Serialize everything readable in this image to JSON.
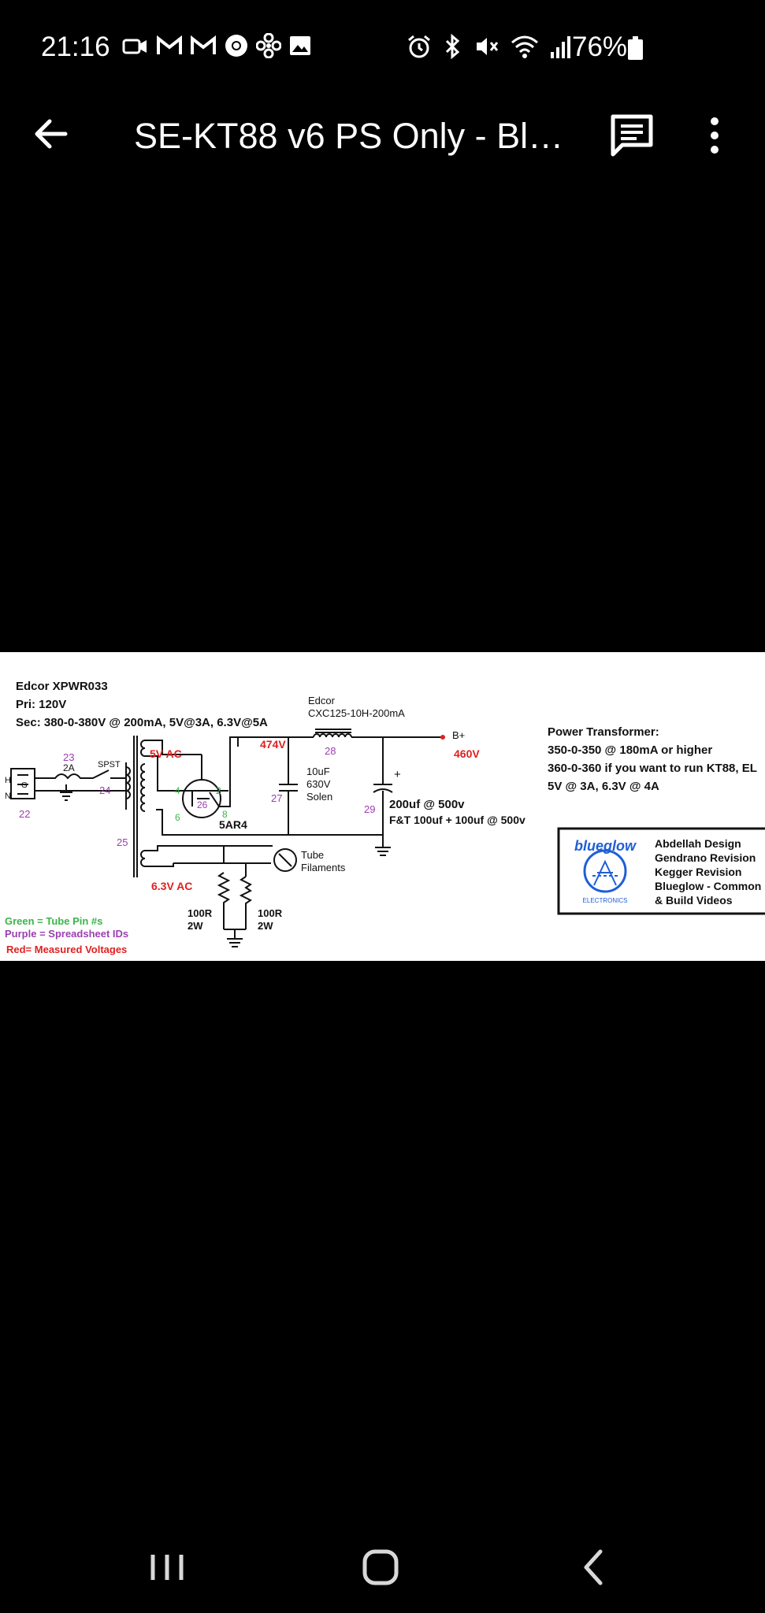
{
  "status_bar": {
    "time": "21:16",
    "battery": "76%",
    "left_icons": [
      "video-call-icon",
      "gmail-icon",
      "gmail-icon",
      "chrome-icon",
      "fan-icon",
      "image-icon"
    ],
    "right_icons": [
      "alarm-icon",
      "bluetooth-icon",
      "mute-icon",
      "wifi-icon",
      "signal-icon"
    ]
  },
  "app_bar": {
    "title": "SE-KT88 v6 PS Only - Blu...",
    "back_icon": "arrow-left-icon",
    "comment_icon": "comment-icon",
    "more_icon": "more-vert-icon"
  },
  "schematic": {
    "header": {
      "line1": "Edcor XPWR033",
      "line2": "Pri: 120V",
      "line3": "Sec: 380-0-380V @ 200mA, 5V@3A, 6.3V@5A"
    },
    "choke": {
      "name": "Edcor",
      "model": "CXC125-10H-200mA",
      "id": "28"
    },
    "labels": {
      "v5ac": "5V AC",
      "v474": "474V",
      "v460": "460V",
      "bplus": "B+",
      "v63ac": "6.3V AC",
      "fuse_id": "23",
      "fuse_val": "2A",
      "switch": "SPST",
      "switch_id": "24",
      "plug_id": "22",
      "xfmr_id": "25",
      "tube_id": "26",
      "tube": "5AR4",
      "cap27_id": "27",
      "cap27_1": "10uF",
      "cap27_2": "630V",
      "cap27_3": "Solen",
      "cap29_id": "29",
      "cap29_1": "200uf @ 500v",
      "cap29_2": "F&T 100uf + 100uf @ 500v",
      "tube_filaments_1": "Tube",
      "tube_filaments_2": "Filaments",
      "r1_val": "100R",
      "r1_w": "2W",
      "r2_val": "100R",
      "r2_w": "2W",
      "pin4": "4",
      "pin2": "2",
      "pin6": "6",
      "pin8": "8",
      "plug_h": "H",
      "plug_n": "N",
      "plug_g": "G",
      "plus": "+"
    },
    "power_transformer": {
      "heading": "Power Transformer:",
      "line1": "350-0-350 @ 180mA or higher",
      "line2": "360-0-360 if you want to run  KT88, EL",
      "line3": "5V @ 3A, 6.3V @ 4A"
    },
    "legend": {
      "green": "Green = Tube Pin #s",
      "purple": "Purple = Spreadsheet IDs",
      "red": "Red= Measured Voltages"
    },
    "credits": {
      "logo_text": "blueglow",
      "logo_sub": "ELECTRONICS",
      "line1": "Abdellah Design",
      "line2": "Gendrano Revision",
      "line3": "Kegger Revision",
      "line4": "Blueglow - Common",
      "line5": "& Build Videos"
    },
    "colors": {
      "green": "#3bb54a",
      "purple": "#9b3fb0",
      "red": "#e02020",
      "blue": "#1f5fd6"
    }
  },
  "nav_bar": {
    "recent_icon": "recent-apps-icon",
    "home_icon": "home-icon",
    "back_icon": "back-icon"
  }
}
